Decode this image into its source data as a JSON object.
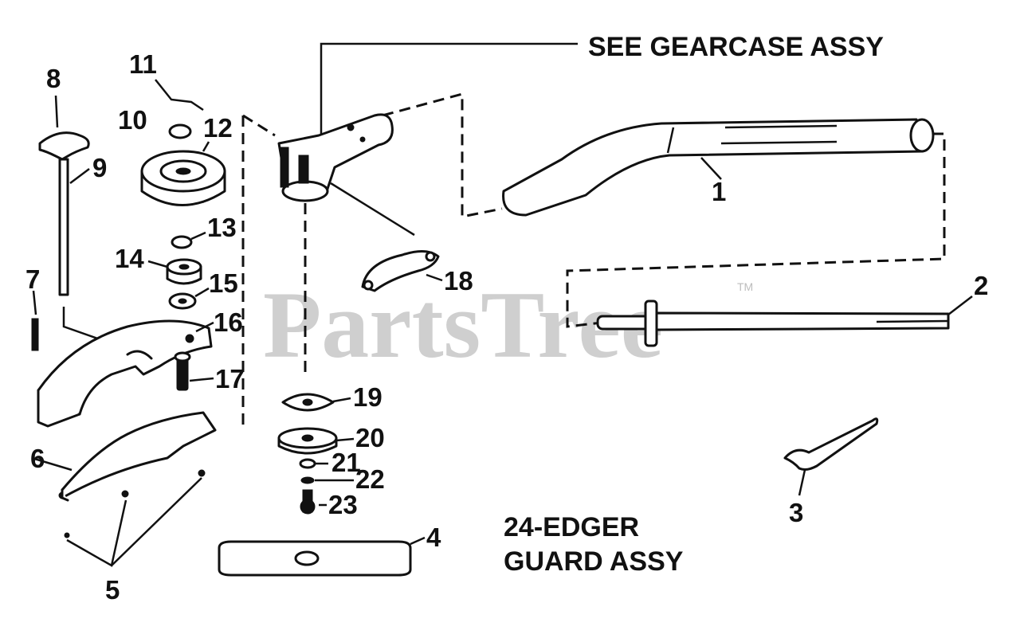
{
  "diagram": {
    "callout_gearcase": "SEE GEARCASE ASSY",
    "caption_line1": "24-EDGER",
    "caption_line2": "GUARD ASSY",
    "watermark": "PartsTree",
    "watermark_tm": "TM",
    "part_numbers": {
      "p1": "1",
      "p2": "2",
      "p3": "3",
      "p4": "4",
      "p5": "5",
      "p6": "6",
      "p7": "7",
      "p8": "8",
      "p9": "9",
      "p10": "10",
      "p11": "11",
      "p12": "12",
      "p13": "13",
      "p14": "14",
      "p15": "15",
      "p16": "16",
      "p17": "17",
      "p18": "18",
      "p19": "19",
      "p20": "20",
      "p21": "21",
      "p22": "22",
      "p23": "23"
    },
    "colors": {
      "ink": "#111111",
      "watermark": "#cfcfcf",
      "background": "#ffffff"
    }
  }
}
